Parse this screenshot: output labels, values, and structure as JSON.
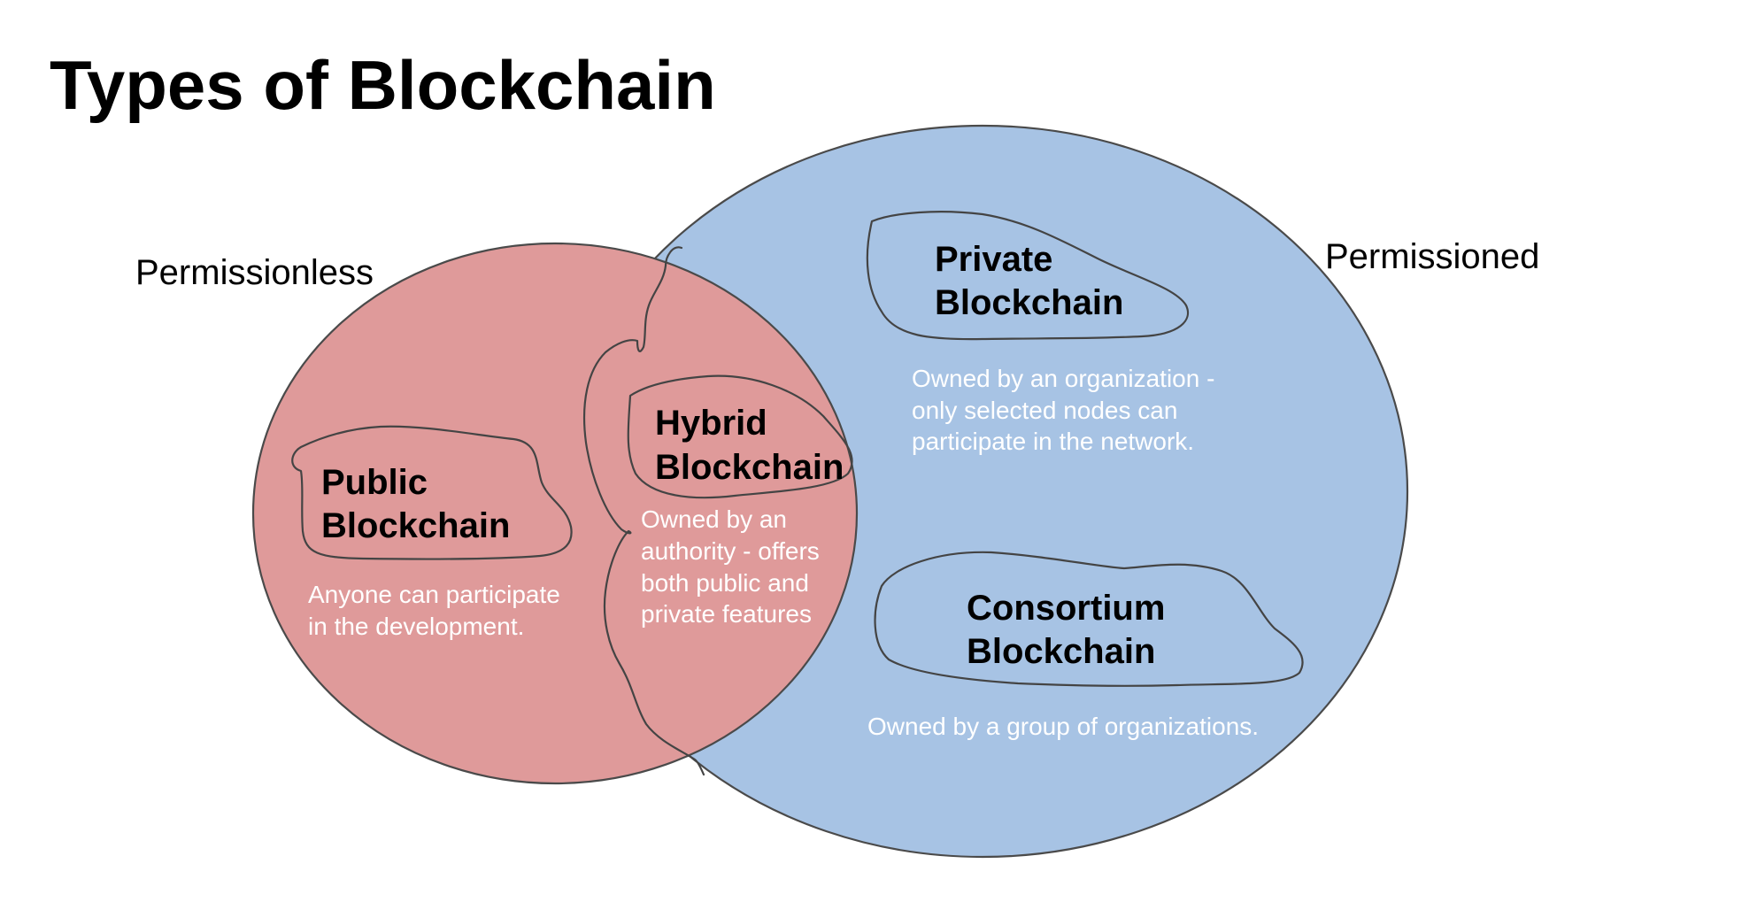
{
  "title": "Types of Blockchain",
  "groups": {
    "permissionless": {
      "label": "Permissionless",
      "color": "#df9a9a"
    },
    "permissioned": {
      "label": "Permissioned",
      "color": "#a7c3e4"
    }
  },
  "types": {
    "public": {
      "name_line1": "Public",
      "name_line2": "Blockchain",
      "desc_line1": "Anyone can participate",
      "desc_line2": "in the development."
    },
    "hybrid": {
      "name_line1": "Hybrid",
      "name_line2": "Blockchain",
      "desc_line1": "Owned by an",
      "desc_line2": "authority - offers",
      "desc_line3": "both public and",
      "desc_line4": "private features"
    },
    "private": {
      "name_line1": "Private",
      "name_line2": "Blockchain",
      "desc_line1": "Owned by an organization -",
      "desc_line2": "only selected nodes can",
      "desc_line3": "participate in the network."
    },
    "consortium": {
      "name_line1": "Consortium",
      "name_line2": "Blockchain",
      "desc_line1": "Owned by a group of organizations."
    }
  }
}
